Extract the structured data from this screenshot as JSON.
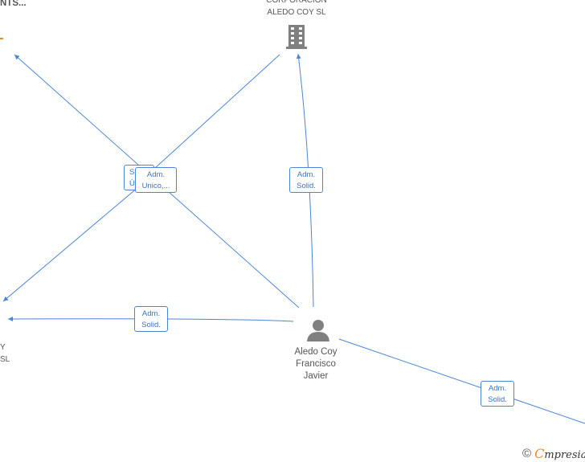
{
  "nodes": {
    "top_left_company": {
      "line1": "NTS..."
    },
    "corporacion": {
      "line1": "CORPORACION",
      "line2": "ALEDO COY  SL"
    },
    "left_company": {
      "line1": "Y",
      "line2": "SL"
    },
    "person": {
      "line1": "Aledo Coy",
      "line2": "Francisco",
      "line3": "Javier"
    }
  },
  "edge_labels": {
    "hidden_left": {
      "line1": "S",
      "line2": "Ú"
    },
    "adm_unico": {
      "line1": "Adm.",
      "line2": "Unico,..."
    },
    "to_corporacion": {
      "line1": "Adm.",
      "line2": "Solid."
    },
    "to_left_company": {
      "line1": "Adm.",
      "line2": "Solid."
    },
    "to_bottom_right": {
      "line1": "Adm.",
      "line2": "Solid."
    }
  },
  "footer": {
    "copyright": "©",
    "brand_initial": "C",
    "brand_rest": "mpresia"
  },
  "colors": {
    "edge": "#4a86d4",
    "icon": "#808080",
    "accent": "#f08a24"
  }
}
